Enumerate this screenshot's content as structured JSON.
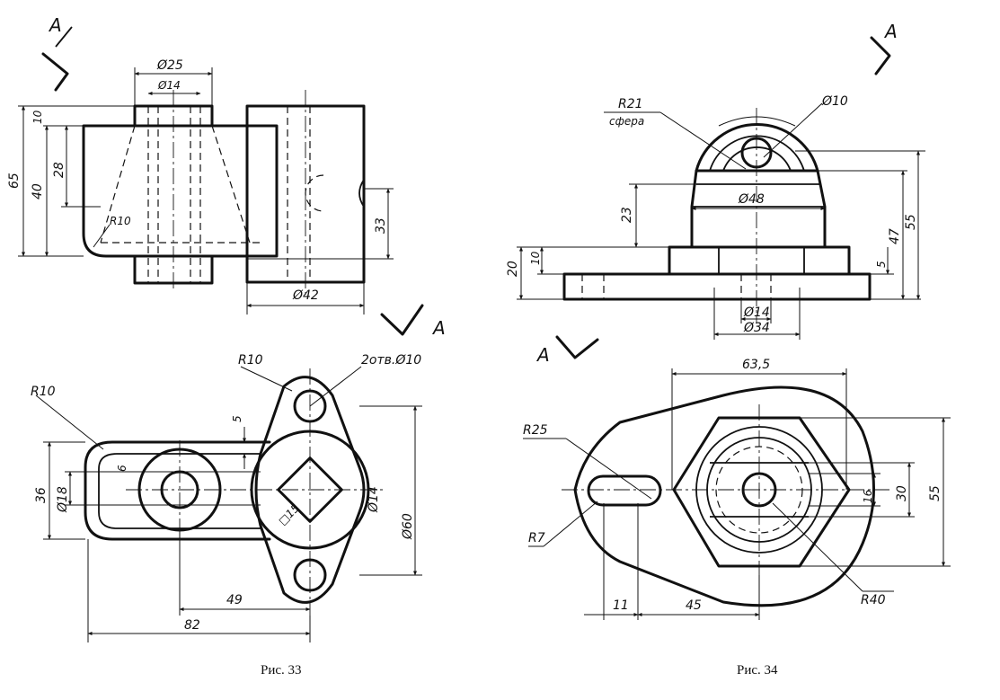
{
  "fig33": {
    "caption": "Рис. 33",
    "section_mark": "A",
    "dims": {
      "d25": "Ø25",
      "d14": "Ø14",
      "v65": "65",
      "v40": "40",
      "v10": "10",
      "v28": "28",
      "r10a": "R10",
      "v33": "33",
      "d42": "Ø42",
      "r10b": "R10",
      "r10c": "R10",
      "holes": "2отв.Ø10",
      "v5": "5",
      "v6": "6",
      "v36": "36",
      "d18": "Ø18",
      "d14b": "Ø14",
      "d60": "Ø60",
      "sq15": "□15",
      "v49": "49",
      "v82": "82"
    }
  },
  "fig34": {
    "caption": "Рис. 34",
    "section_mark": "A",
    "dims": {
      "r21": "R21",
      "sphere": "сфера",
      "d10": "Ø10",
      "d48": "Ø48",
      "v23": "23",
      "v20": "20",
      "v10": "10",
      "v5": "5",
      "v47": "47",
      "v55": "55",
      "d14": "Ø14",
      "d34": "Ø34",
      "v635": "63,5",
      "r25": "R25",
      "r7": "R7",
      "v16": "16",
      "v30": "30",
      "v55b": "55",
      "r40": "R40",
      "v11": "11",
      "v45": "45"
    }
  }
}
